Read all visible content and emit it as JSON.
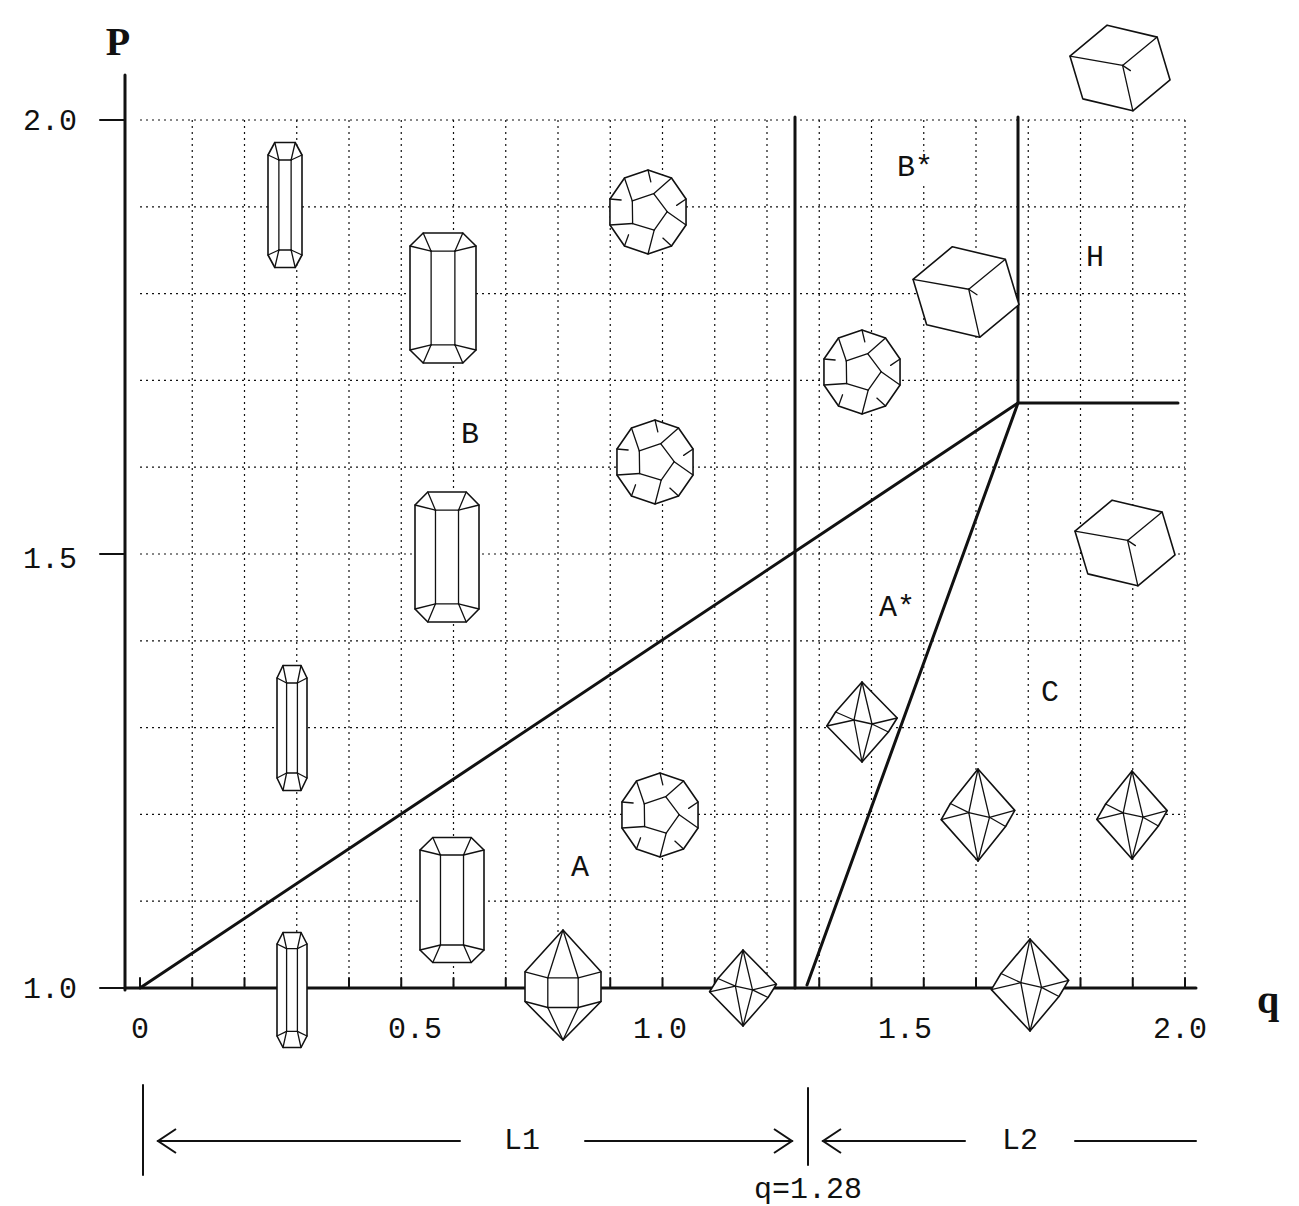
{
  "diagram": {
    "labels": [
      "P",
      "q",
      "2.0",
      "1.5",
      "1.0",
      "0",
      "0.5",
      "1.0",
      "1.5",
      "2.0",
      "B*",
      "H",
      "B",
      "A*",
      "C",
      "A",
      "L1",
      "L2",
      "q=1.28"
    ]
  }
}
